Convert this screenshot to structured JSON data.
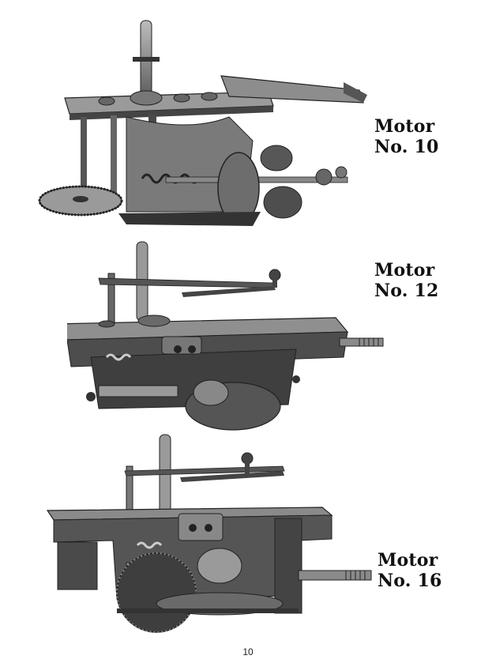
{
  "motors": [
    {
      "title": "Motor",
      "number": "No. 10"
    },
    {
      "title": "Motor",
      "number": "No. 12"
    },
    {
      "title": "Motor",
      "number": "No. 16"
    }
  ],
  "page_number": "10"
}
